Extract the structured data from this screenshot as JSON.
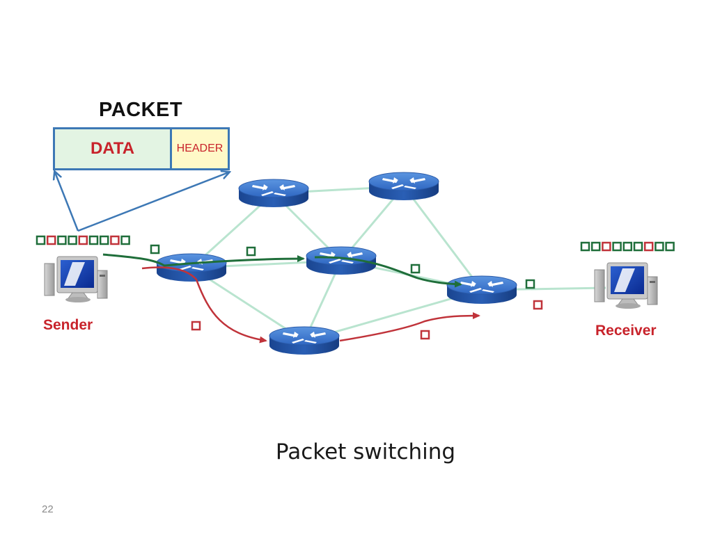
{
  "packet": {
    "title": "PACKET",
    "data_label": "DATA",
    "header_label": "HEADER"
  },
  "sender": {
    "label": "Sender"
  },
  "receiver": {
    "label": "Receiver"
  },
  "caption": "Packet switching",
  "slide_number": "22",
  "colors": {
    "green_path": "#1f6e3a",
    "red_path": "#c0333a",
    "link": "#b9e4cf",
    "router_top": "#3f79cf",
    "router_side": "#1b4b9a",
    "packet_green": "#1f6e3a",
    "packet_red": "#c0333a",
    "packet_outline": "#3d78b5",
    "label_red": "#c8232b"
  },
  "icons": {
    "router": "router-icon",
    "computer": "computer-icon"
  },
  "packet_queues": {
    "sender": [
      "green",
      "red",
      "green",
      "green",
      "red",
      "green",
      "green",
      "red",
      "green"
    ],
    "receiver": [
      "green",
      "green",
      "red",
      "green",
      "green",
      "green",
      "red",
      "green",
      "green"
    ]
  }
}
